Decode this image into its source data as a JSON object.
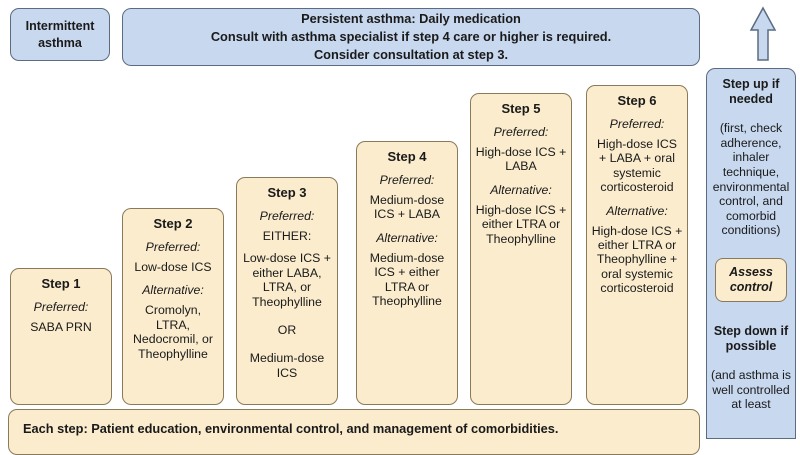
{
  "banners": {
    "intermittent": "Intermittent\nasthma",
    "intermittent_lines": [
      "Intermittent",
      "asthma"
    ],
    "persistent_lines": [
      "Persistent asthma: Daily medication",
      "Consult with asthma specialist if step 4 care or higher is required.",
      "Consider consultation at step 3."
    ]
  },
  "steps": [
    {
      "title": "Step 1",
      "sections": [
        {
          "heading": "Preferred:",
          "body_lines": [
            "SABA PRN"
          ]
        }
      ]
    },
    {
      "title": "Step 2",
      "sections": [
        {
          "heading": "Preferred:",
          "body_lines": [
            "Low-dose ICS"
          ]
        },
        {
          "heading": "Alternative:",
          "body_lines": [
            "Cromolyn,",
            "LTRA,",
            "Nedocromil, or",
            "Theophylline"
          ]
        }
      ]
    },
    {
      "title": "Step 3",
      "sections": [
        {
          "heading": "Preferred:",
          "body_lines": [
            "EITHER:"
          ]
        },
        {
          "heading": "",
          "body_lines": [
            "Low-dose ICS +",
            "either LABA,",
            "LTRA, or",
            "Theophylline"
          ]
        },
        {
          "heading": "",
          "body_lines": [
            "OR"
          ]
        },
        {
          "heading": "",
          "body_lines": [
            "Medium-dose",
            "ICS"
          ]
        }
      ]
    },
    {
      "title": "Step 4",
      "sections": [
        {
          "heading": "Preferred:",
          "body_lines": [
            "Medium-dose",
            "ICS + LABA"
          ]
        },
        {
          "heading": "Alternative:",
          "body_lines": [
            "Medium-dose",
            "ICS + either",
            "LTRA or",
            "Theophylline"
          ]
        }
      ]
    },
    {
      "title": "Step 5",
      "sections": [
        {
          "heading": "Preferred:",
          "body_lines": [
            "High-dose ICS +",
            "LABA"
          ]
        },
        {
          "heading": "Alternative:",
          "body_lines": [
            "High-dose ICS +",
            "either LTRA or",
            "Theophylline"
          ]
        }
      ]
    },
    {
      "title": "Step 6",
      "sections": [
        {
          "heading": "Preferred:",
          "body_lines": [
            "High-dose ICS",
            "+ LABA + oral",
            "systemic",
            "corticosteroid"
          ]
        },
        {
          "heading": "Alternative:",
          "body_lines": [
            "High-dose ICS +",
            "either LTRA or",
            "Theophylline +",
            "oral systemic",
            "corticosteroid"
          ]
        }
      ]
    }
  ],
  "side_panel": {
    "step_up_lines": [
      "Step up if",
      "needed"
    ],
    "step_up_note_lines": [
      "(first, check",
      "adherence,",
      "inhaler",
      "technique,",
      "environmental",
      "control, and",
      "comorbid",
      "conditions)"
    ],
    "assess_lines": [
      "Assess",
      "control"
    ],
    "step_down_lines": [
      "Step down if",
      "possible"
    ],
    "step_down_note_lines": [
      "(and asthma is",
      "well controlled",
      "at least"
    ]
  },
  "arrow": {
    "icon": "up-arrow-icon",
    "direction": "up"
  },
  "footer": {
    "text": "Each step: Patient education, environmental control, and management of comorbidities."
  },
  "colors": {
    "cream_fill": "#faeccd",
    "cream_border": "#8a7a5c",
    "blue_fill": "#c7d8ef",
    "blue_border": "#5a6b82",
    "text": "#1a1a1a"
  }
}
